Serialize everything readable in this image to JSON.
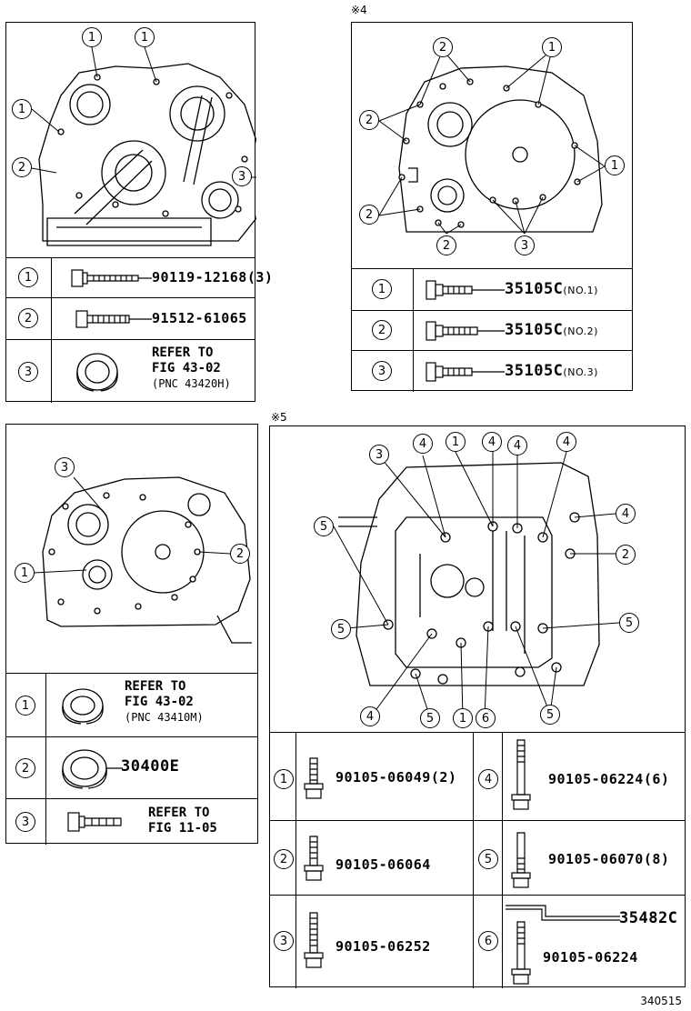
{
  "panel_a": {
    "rows": [
      {
        "num": "1",
        "part": "90119-12168",
        "qty": "(3)"
      },
      {
        "num": "2",
        "part": "91512-61065",
        "qty": ""
      },
      {
        "num": "3",
        "line1": "REFER TO",
        "line2": "FIG 43-02",
        "line3": "(PNC 43420H)"
      }
    ],
    "callouts": [
      "1",
      "1",
      "1",
      "2",
      "3"
    ]
  },
  "panel_b": {
    "mark": "※4",
    "rows": [
      {
        "num": "1",
        "part": "35105C",
        "variant": "(NO.1)"
      },
      {
        "num": "2",
        "part": "35105C",
        "variant": "(NO.2)"
      },
      {
        "num": "3",
        "part": "35105C",
        "variant": "(NO.3)"
      }
    ],
    "callouts": [
      "2",
      "1",
      "2",
      "1",
      "2",
      "2",
      "3"
    ]
  },
  "panel_c": {
    "rows": [
      {
        "num": "1",
        "line1": "REFER TO",
        "line2": "FIG 43-02",
        "line3": "(PNC 43410M)"
      },
      {
        "num": "2",
        "part": "30400E"
      },
      {
        "num": "3",
        "line1": "REFER TO",
        "line2": "FIG 11-05"
      }
    ],
    "callouts": [
      "3",
      "2",
      "1"
    ]
  },
  "panel_d": {
    "mark": "※5",
    "left_rows": [
      {
        "num": "1",
        "part": "90105-06049",
        "qty": "(2)"
      },
      {
        "num": "2",
        "part": "90105-06064",
        "qty": ""
      },
      {
        "num": "3",
        "part": "90105-06252",
        "qty": ""
      }
    ],
    "right_rows": [
      {
        "num": "4",
        "part": "90105-06224",
        "qty": "(6)"
      },
      {
        "num": "5",
        "part": "90105-06070",
        "qty": "(8)"
      },
      {
        "num": "6",
        "part": "90105-06224",
        "part_b": "35482C"
      }
    ],
    "callouts": [
      "3",
      "4",
      "1",
      "4",
      "4",
      "4",
      "4",
      "5",
      "2",
      "5",
      "5",
      "4",
      "5",
      "1",
      "6",
      "5"
    ]
  },
  "ref_number": "340515"
}
